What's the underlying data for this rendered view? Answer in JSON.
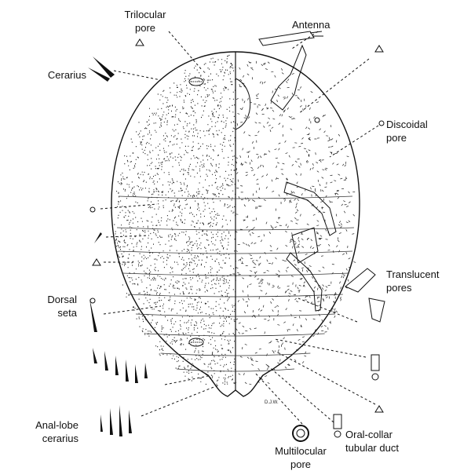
{
  "labels": {
    "trilocular_pore": [
      "Trilocular",
      "pore"
    ],
    "antenna": "Antenna",
    "cerarius": "Cerarius",
    "discoidal_pore": [
      "Discoidal",
      "pore"
    ],
    "translucent_pores": [
      "Translucent",
      "pores"
    ],
    "dorsal_seta": [
      "Dorsal",
      "seta"
    ],
    "anal_lobe_cerarius": [
      "Anal-lobe",
      "cerarius"
    ],
    "multilocular_pore": [
      "Multilocular",
      "pore"
    ],
    "oral_collar_tubular_duct": [
      "Oral-collar",
      "tubular duct"
    ]
  },
  "signature": "D.J.W.",
  "colors": {
    "ink": "#111111",
    "background": "#ffffff"
  }
}
